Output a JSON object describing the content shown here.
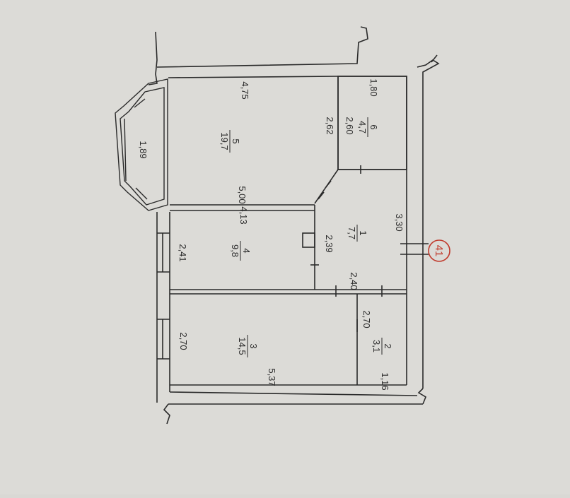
{
  "plan": {
    "apartment_number": "41",
    "rooms": [
      {
        "number": "1",
        "area": "7,7"
      },
      {
        "number": "2",
        "area": "3,1"
      },
      {
        "number": "3",
        "area": "14,5"
      },
      {
        "number": "4",
        "area": "9,8"
      },
      {
        "number": "5",
        "area": "19,7"
      },
      {
        "number": "6",
        "area": "4,7"
      }
    ],
    "dimensions": {
      "d_4_75": "4,75",
      "d_1_80": "1,80",
      "d_1_89": "1,89",
      "d_2_62": "2,62",
      "d_2_60": "2,60",
      "d_5_00": "5,00",
      "d_4_13": "4,13",
      "d_2_41": "2,41",
      "d_2_39": "2,39",
      "d_3_30": "3,30",
      "d_2_40": "2,40",
      "d_2_70_left": "2,70",
      "d_2_70_right": "2,70",
      "d_5_37": "5,37",
      "d_1_16": "1,16"
    },
    "colors": {
      "paper": "#d9d8d4",
      "line": "#2a2a2a",
      "badge": "#c0392b"
    }
  }
}
